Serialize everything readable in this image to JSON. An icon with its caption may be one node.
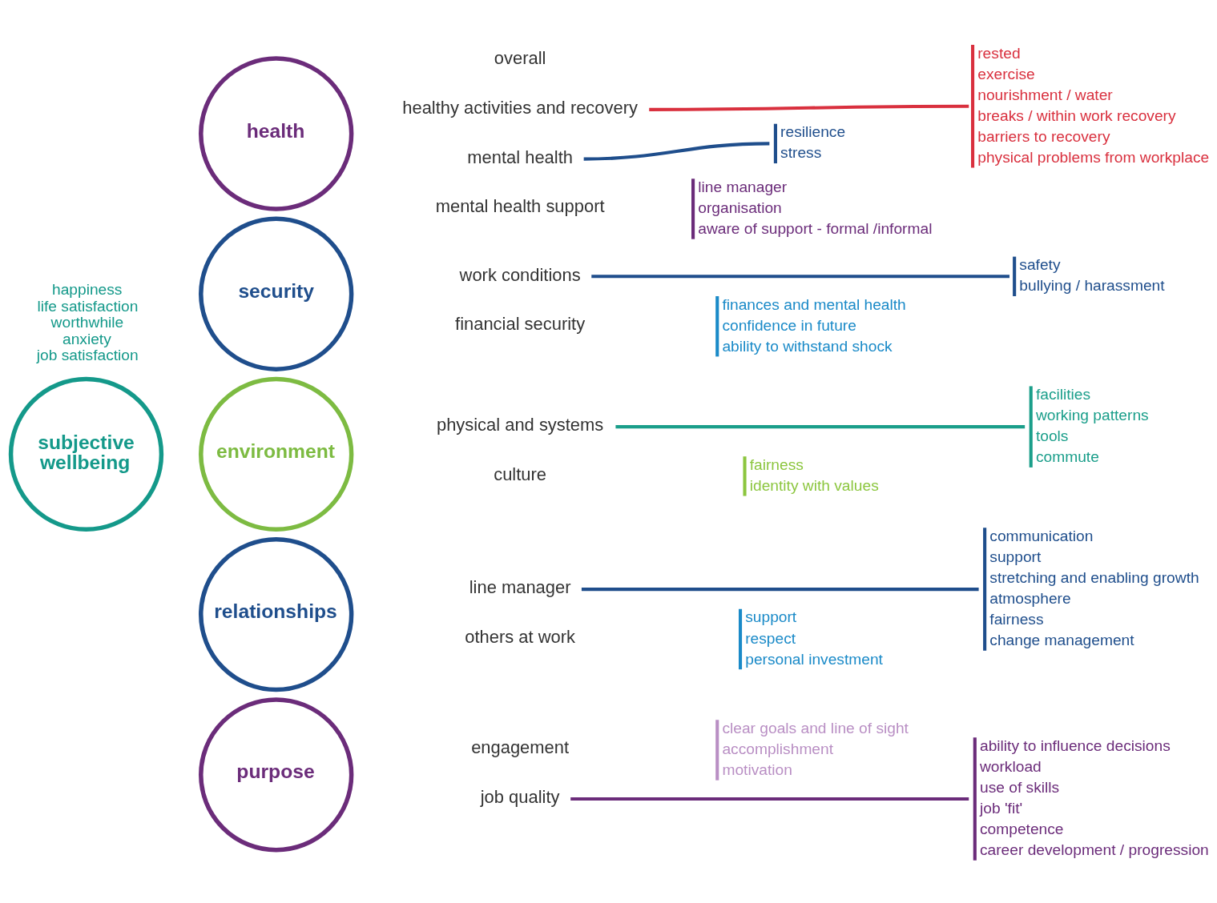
{
  "diagram": {
    "nodes": [
      {
        "text": [
          "health"
        ]
      },
      {
        "text": [
          "overall"
        ]
      },
      {
        "text": [
          "healthy activities and recovery"
        ]
      },
      {
        "text": [
          "mental health"
        ]
      },
      {
        "text": [
          "mental health support"
        ]
      },
      {
        "text": [
          "rested",
          "exercise",
          "nourishment / water",
          "breaks / within work recovery",
          "barriers to recovery",
          "physical problems from workplace"
        ]
      },
      {
        "text": [
          "resilience",
          "stress"
        ]
      },
      {
        "text": [
          "line manager",
          "organisation",
          "aware of support - formal /informal"
        ]
      },
      {
        "text": [
          "subjective wellbeing"
        ],
        "beside": [
          "happiness",
          "life satisfaction",
          "worthwhile",
          "anxiety",
          "job satisfaction"
        ]
      },
      {
        "text": [
          "security"
        ]
      },
      {
        "text": [
          "work conditions"
        ]
      },
      {
        "text": [
          "financial security"
        ]
      },
      {
        "text": [
          "safety",
          "bullying / harassment"
        ]
      },
      {
        "text": [
          "finances and mental health",
          "confidence in future",
          "ability to withstand shock"
        ]
      },
      {
        "text": [
          "environment"
        ]
      },
      {
        "text": [
          "physical and systems"
        ]
      },
      {
        "text": [
          "culture"
        ]
      },
      {
        "text": [
          "facilities",
          "working patterns",
          "tools",
          "commute"
        ]
      },
      {
        "text": [
          "fairness",
          "identity with values"
        ]
      },
      {
        "text": [
          "relationships"
        ]
      },
      {
        "text": [
          "line manager"
        ]
      },
      {
        "text": [
          "others at work"
        ]
      },
      {
        "text": [
          "communication",
          "support",
          "stretching and enabling growth",
          "atmosphere",
          "fairness",
          "change management"
        ]
      },
      {
        "text": [
          "support",
          "respect",
          "personal investment"
        ]
      },
      {
        "text": [
          "purpose"
        ]
      },
      {
        "text": [
          "engagement"
        ]
      },
      {
        "text": [
          "job quality"
        ]
      },
      {
        "text": [
          "clear goals and line of sight",
          "accomplishment",
          "motivation"
        ]
      },
      {
        "text": [
          "ability to influence decisions",
          "workload",
          "use of skills",
          "job 'fit'",
          "competence",
          "career development / progression"
        ]
      }
    ],
    "edges": [
      {
        "from": 2,
        "to": 5,
        "arrow": "none",
        "color": "#d9303e"
      },
      {
        "from": 3,
        "to": 6,
        "arrow": "none"
      },
      {
        "from": 10,
        "to": 12,
        "arrow": "none"
      },
      {
        "from": 15,
        "to": 17,
        "arrow": "none",
        "color": "#1a9e8a"
      },
      {
        "from": 20,
        "to": 22,
        "arrow": "none"
      },
      {
        "from": 26,
        "to": 28,
        "arrow": "none",
        "color": "#6b2c7a"
      }
    ]
  }
}
